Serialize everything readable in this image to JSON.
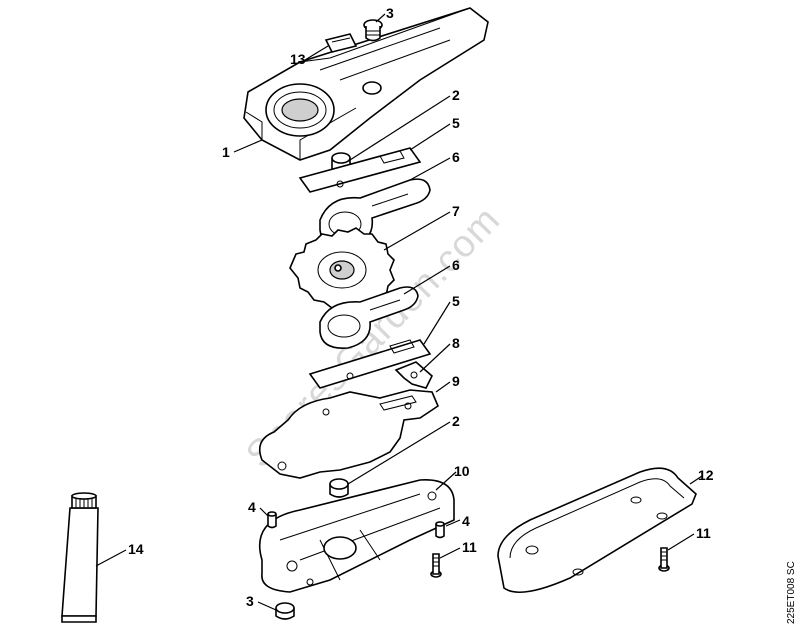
{
  "watermark": "SparesGarden.com",
  "drawing_code": "225ET008 SC",
  "callouts": {
    "c1": "1",
    "c2a": "2",
    "c2b": "2",
    "c3a": "3",
    "c3b": "3",
    "c4a": "4",
    "c4b": "4",
    "c5a": "5",
    "c5b": "5",
    "c6a": "6",
    "c6b": "6",
    "c7": "7",
    "c8": "8",
    "c9": "9",
    "c10": "10",
    "c11a": "11",
    "c11b": "11",
    "c12": "12",
    "c13": "13",
    "c14": "14"
  }
}
